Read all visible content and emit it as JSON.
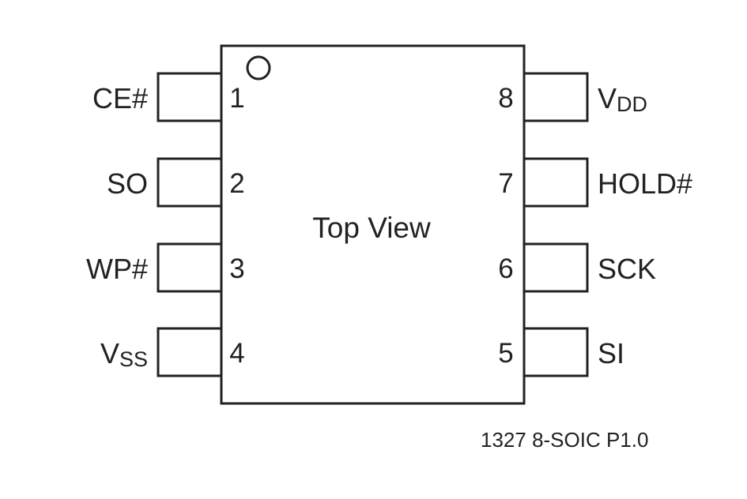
{
  "package": {
    "center_label": "Top View",
    "footer_code": "1327 8-SOIC P1.0"
  },
  "pins": [
    {
      "number": "1",
      "name": "CE#",
      "subscript": "",
      "side": "left"
    },
    {
      "number": "2",
      "name": "SO",
      "subscript": "",
      "side": "left"
    },
    {
      "number": "3",
      "name": "WP#",
      "subscript": "",
      "side": "left"
    },
    {
      "number": "4",
      "name": "V",
      "subscript": "SS",
      "side": "left"
    },
    {
      "number": "5",
      "name": "SI",
      "subscript": "",
      "side": "right"
    },
    {
      "number": "6",
      "name": "SCK",
      "subscript": "",
      "side": "right"
    },
    {
      "number": "7",
      "name": "HOLD#",
      "subscript": "",
      "side": "right"
    },
    {
      "number": "8",
      "name": "V",
      "subscript": "DD",
      "side": "right"
    }
  ]
}
